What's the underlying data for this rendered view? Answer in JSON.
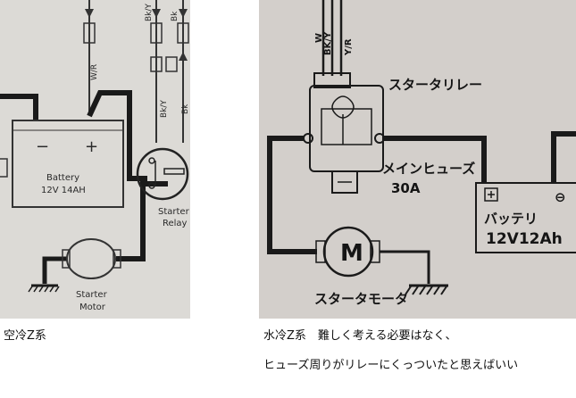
{
  "left_diagram": {
    "wire_labels": {
      "w_r": "W/R",
      "bk_y_top": "Bk/Y",
      "bk_top": "Bk",
      "bk_y_mid": "Bk/Y",
      "bk_mid": "Bk"
    },
    "battery": {
      "minus": "−",
      "plus": "+",
      "name": "Battery",
      "rating": "12V 14AH"
    },
    "relay": {
      "line1": "Starter",
      "line2": "Relay"
    },
    "motor": {
      "line1": "Starter",
      "line2": "Motor"
    }
  },
  "right_diagram": {
    "wire_labels": {
      "w": "W",
      "bk_y": "BK/Y",
      "y_r": "Y/R"
    },
    "relay_label": "スタータリレー",
    "fuse": {
      "name": "メインヒューズ",
      "rating": "30A"
    },
    "motor_symbol": "M",
    "motor_label": "スタータモータ",
    "battery": {
      "name": "バッテリ",
      "rating": "12V12Ah",
      "minus": "⊖"
    }
  },
  "captions": {
    "left": "空冷Z系",
    "right_line1": "水冷Z系　難しく考える必要はなく、",
    "right_line2": "ヒューズ周りがリレーにくっついたと思えばいい"
  }
}
